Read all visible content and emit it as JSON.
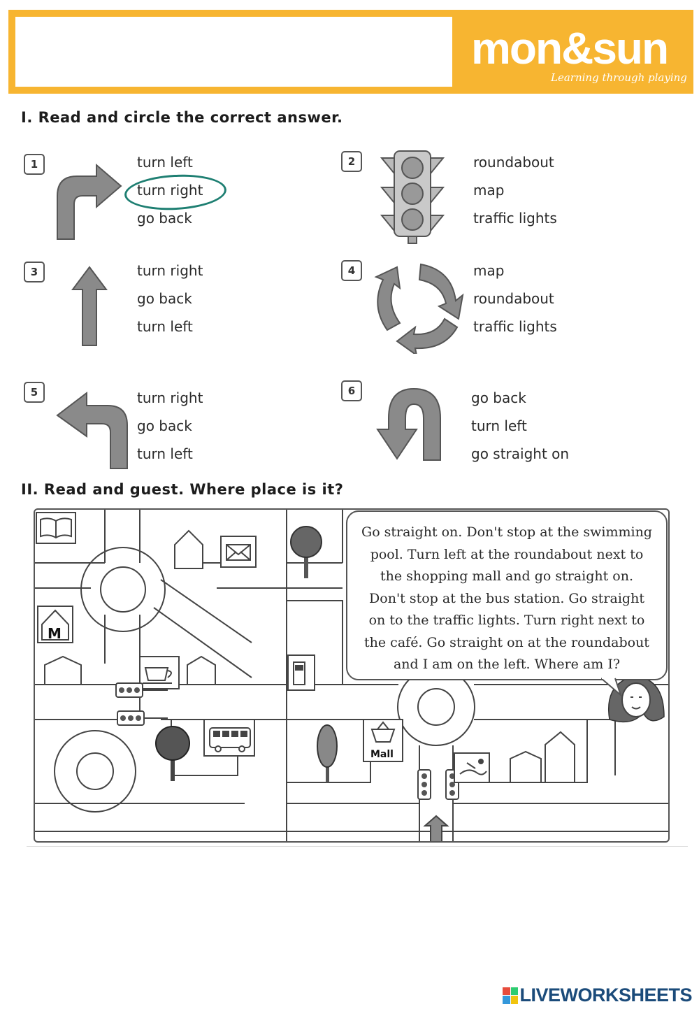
{
  "header": {
    "logo_text": "mon&sun",
    "tagline": "Learning through playing",
    "brand_color": "#f7b531"
  },
  "section1": {
    "title": "I. Read and circle the correct answer.",
    "questions": [
      {
        "number": "1",
        "options": [
          "turn left",
          "turn right",
          "go back"
        ],
        "icon": "turn-right-arrow-icon",
        "circled": "turn right"
      },
      {
        "number": "2",
        "options": [
          "roundabout",
          "map",
          "traffic lights"
        ],
        "icon": "traffic-lights-icon"
      },
      {
        "number": "3",
        "options": [
          "turn right",
          "go back",
          "turn left"
        ],
        "icon": "straight-arrow-icon"
      },
      {
        "number": "4",
        "options": [
          "map",
          "roundabout",
          "traffic lights"
        ],
        "icon": "roundabout-icon"
      },
      {
        "number": "5",
        "options": [
          "turn right",
          "go back",
          "turn left"
        ],
        "icon": "turn-left-arrow-icon"
      },
      {
        "number": "6",
        "options": [
          "go back",
          "turn left",
          "go straight on"
        ],
        "icon": "u-turn-arrow-icon"
      }
    ]
  },
  "section2": {
    "title": "II. Read and guest. Where place is it?",
    "speech_lines": [
      "Go straight on. Don't stop at the swimming",
      "pool. Turn left at the roundabout next to",
      "the shopping mall and go straight on.",
      "Don't stop at the bus station. Go straight",
      "on to the traffic lights. Turn right next to",
      "the café. Go straight on at the roundabout",
      "and I am on the left. Where am I?"
    ],
    "map_labels": {
      "metro": "M",
      "mall": "Mall"
    }
  },
  "footer": {
    "brand": "LIVEWORKSHEETS"
  }
}
